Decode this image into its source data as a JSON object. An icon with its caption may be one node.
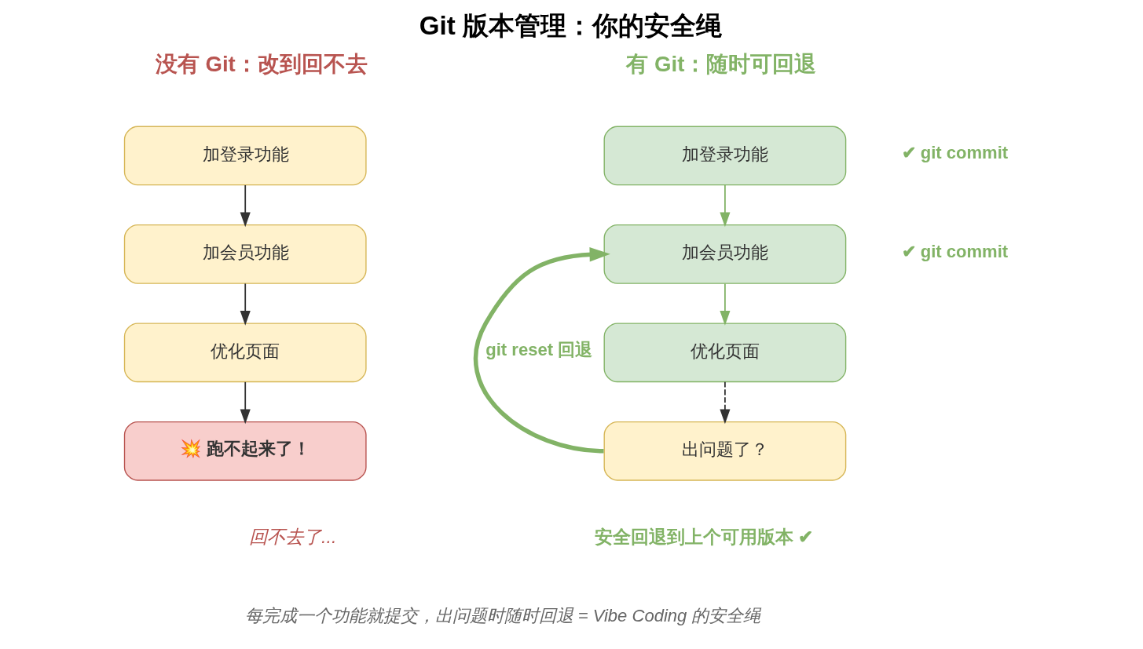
{
  "diagram": {
    "title": "Git 版本管理：你的安全绳",
    "caption": "每完成一个功能就提交，出问题时随时回退 = Vibe Coding 的安全绳",
    "nodes": [
      {
        "text": [
          "加登录功能"
        ]
      },
      {
        "text": [
          "加会员功能"
        ]
      },
      {
        "text": [
          "优化页面"
        ]
      },
      {
        "text": [
          "💥 跑不起来了！"
        ]
      },
      {
        "text": [
          "加登录功能"
        ],
        "beside": [
          "✔ git commit"
        ]
      },
      {
        "text": [
          "加会员功能"
        ],
        "beside": [
          "✔ git commit"
        ]
      },
      {
        "text": [
          "优化页面"
        ]
      },
      {
        "text": [
          "出问题了？"
        ]
      }
    ],
    "edges": [
      {
        "from": 0,
        "to": 1,
        "arrow": "to"
      },
      {
        "from": 1,
        "to": 2,
        "arrow": "to"
      },
      {
        "from": 2,
        "to": 3,
        "arrow": "to"
      },
      {
        "from": 4,
        "to": 5,
        "arrow": "to",
        "color": "#82b366"
      },
      {
        "from": 5,
        "to": 6,
        "arrow": "to",
        "color": "#82b366"
      },
      {
        "from": 6,
        "to": 7,
        "arrow": "to",
        "style": "dashed"
      },
      {
        "from": 7,
        "to": 5,
        "arrow": "to",
        "label": "git reset 回退",
        "style": "thick",
        "color": "#82b366"
      }
    ],
    "labels": [
      "没有 Git：改到回不去",
      "有 Git：随时可回退",
      "回不去了...",
      "安全回退到上个可用版本 ✔"
    ]
  }
}
